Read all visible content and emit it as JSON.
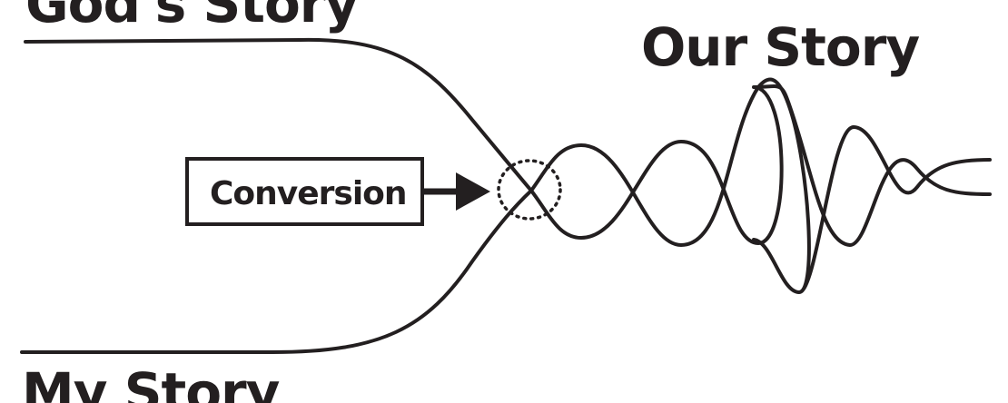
{
  "labels": {
    "top_left": "God's Story",
    "top_right": "Our Story",
    "bottom_left": "My Story",
    "conversion": "Conversion"
  },
  "colors": {
    "ink": "#231f20",
    "background": "#ffffff"
  }
}
